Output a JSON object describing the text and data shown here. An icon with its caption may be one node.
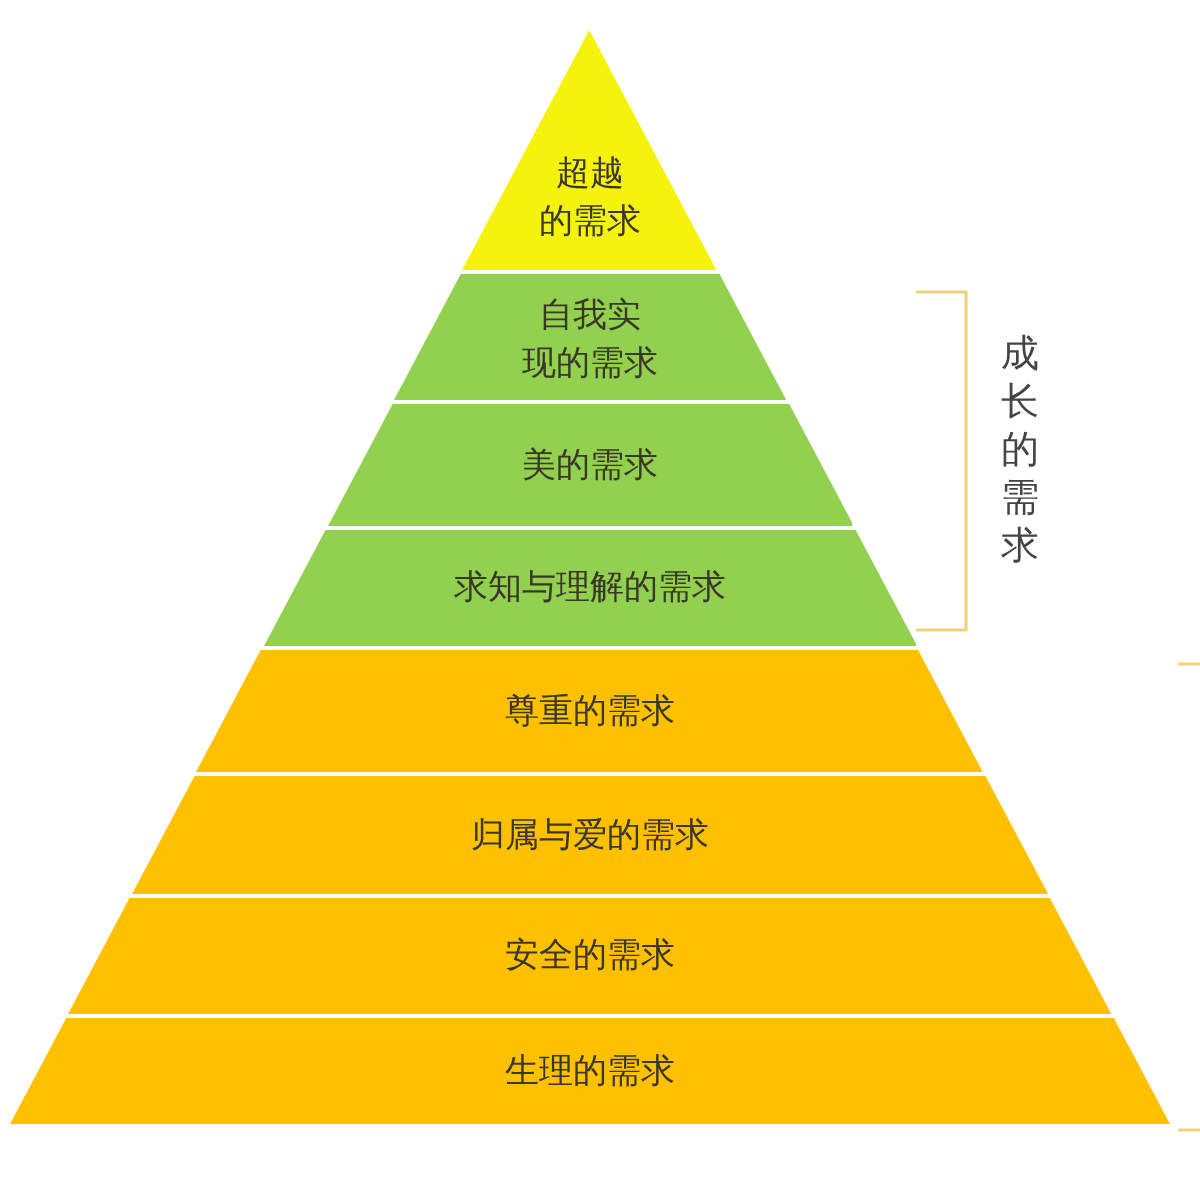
{
  "diagram": {
    "nodes": [
      {
        "text": [
          "超越的需求"
        ]
      },
      {
        "text": [
          "自我实现的需求"
        ]
      },
      {
        "text": [
          "美的需求"
        ]
      },
      {
        "text": [
          "求知与理解的需求"
        ]
      },
      {
        "text": [
          "尊重的需求"
        ]
      },
      {
        "text": [
          "归属与爱的需求"
        ]
      },
      {
        "text": [
          "安全的需求"
        ]
      },
      {
        "text": [
          "生理的需求"
        ]
      }
    ],
    "labels": [
      "成长的需求"
    ]
  }
}
